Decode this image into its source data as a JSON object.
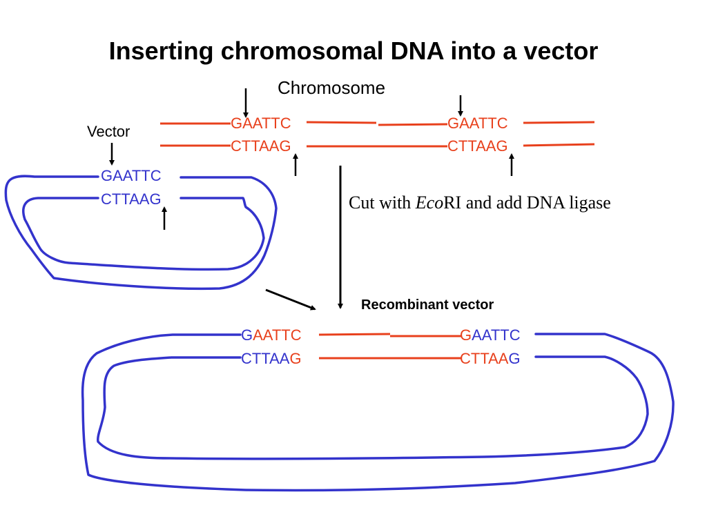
{
  "title": "Inserting chromosomal DNA into a vector",
  "labels": {
    "chromosome": "Chromosome",
    "vector": "Vector",
    "recombinant": "Recombinant vector",
    "cut_prefix": "Cut with ",
    "cut_italic": "Eco",
    "cut_suffix": "RI and add DNA ligase"
  },
  "chromosome": {
    "left_top": "GAATTC",
    "left_bottom": "CTTAAG",
    "right_top": "GAATTC",
    "right_bottom": "CTTAAG"
  },
  "vector": {
    "top": "GAATTC",
    "bottom": "CTTAAG"
  },
  "recombinant": {
    "left_top_a": "G",
    "left_top_b": "AATTC",
    "left_bottom_a": "CTTAA",
    "left_bottom_b": "G",
    "right_top_a": "G",
    "right_top_b": "AATTC",
    "right_bottom_a": "CTTAA",
    "right_bottom_b": "G"
  },
  "colors": {
    "chromosome_dna": "#e8401c",
    "vector_dna": "#3333cc",
    "arrows": "#000000"
  }
}
